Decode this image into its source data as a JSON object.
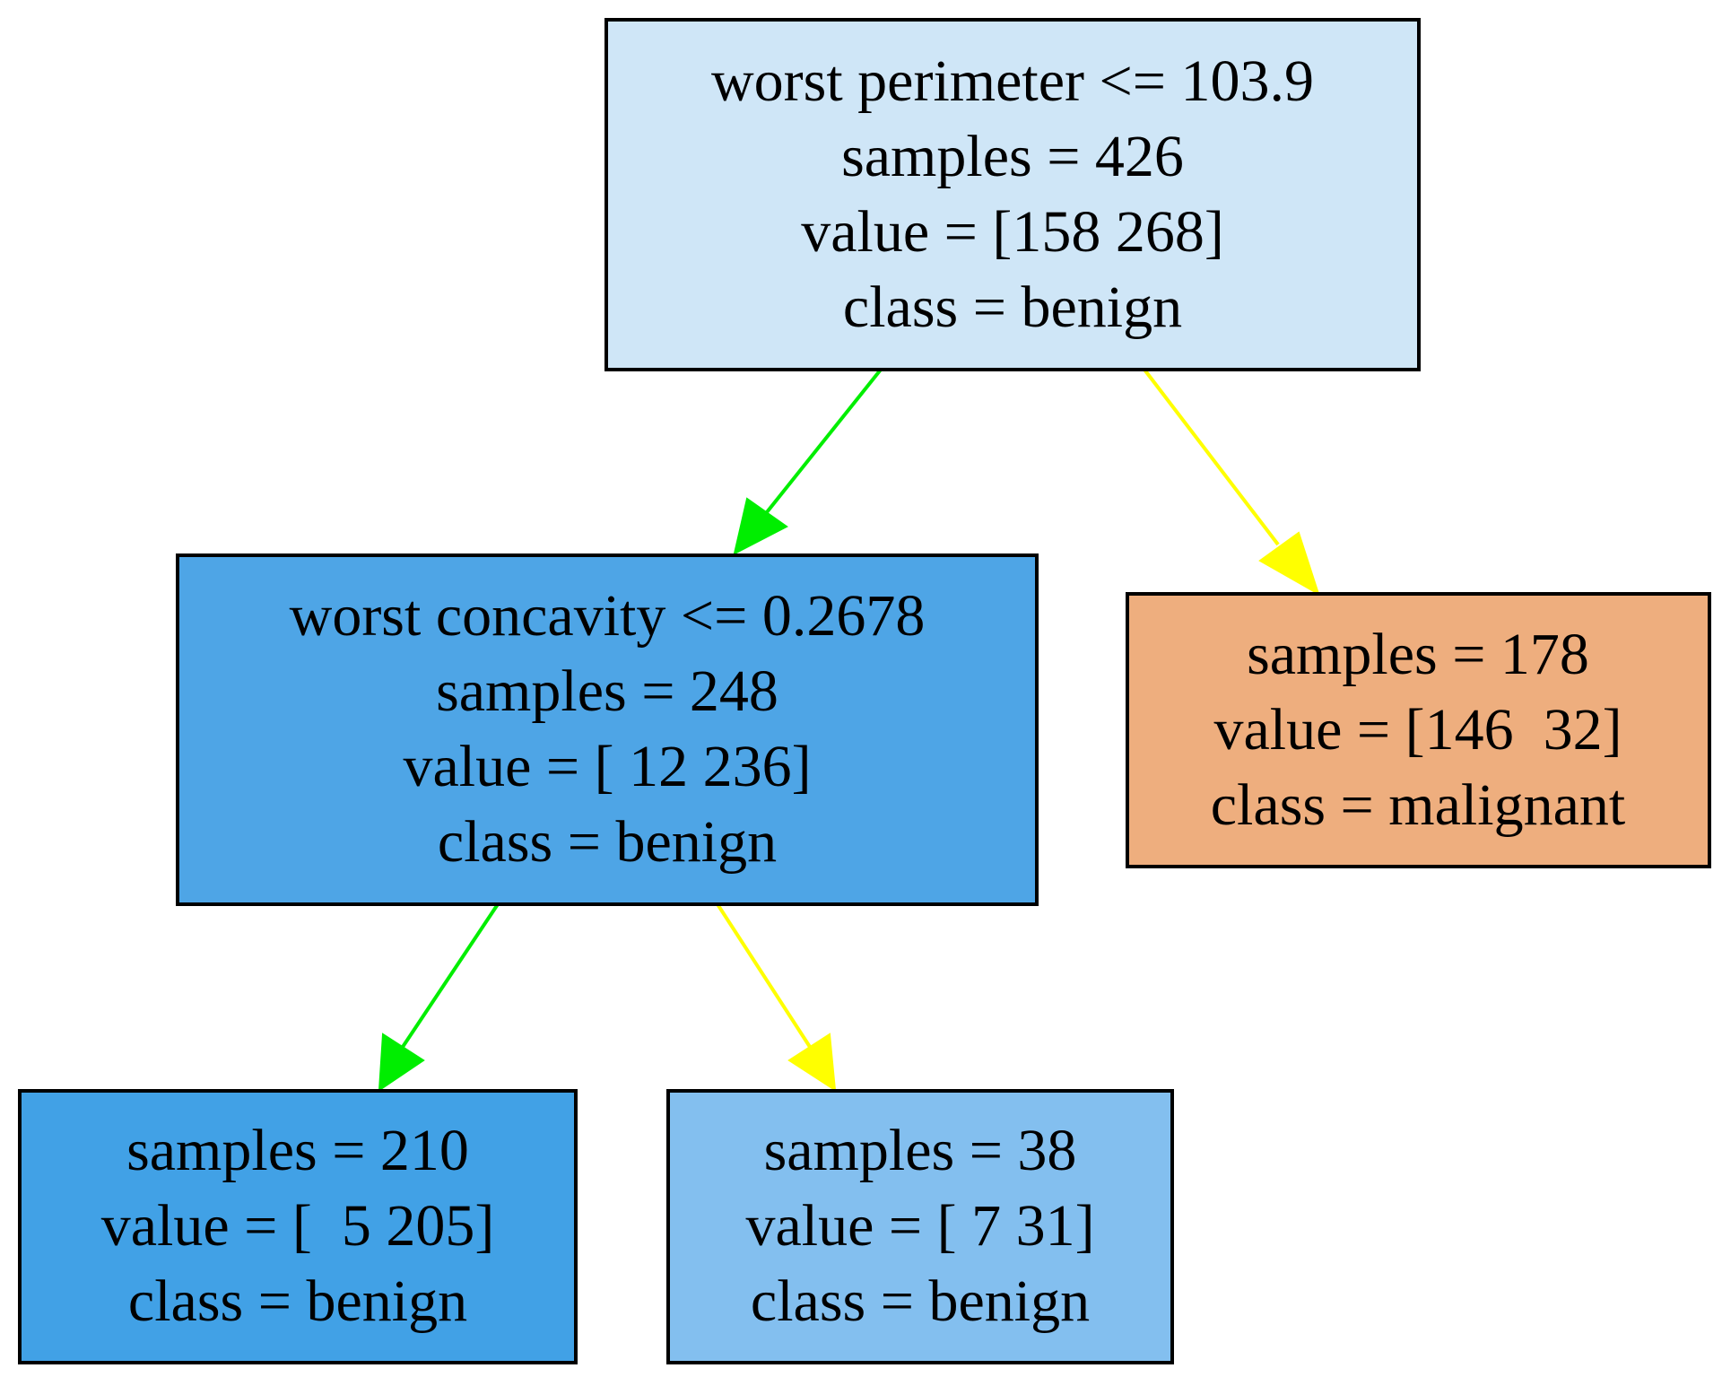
{
  "edge_colors": {
    "true_branch": "#00ee00",
    "false_branch": "#ffff00"
  },
  "nodes": [
    {
      "id": "root",
      "color": "#cfe6f7",
      "lines": [
        "worst perimeter <= 103.9",
        "samples = 426",
        "value = [158 268]",
        "class = benign"
      ]
    },
    {
      "id": "left",
      "color": "#4ea5e6",
      "lines": [
        "worst concavity <= 0.2678",
        "samples = 248",
        "value = [ 12 236]",
        "class = benign"
      ]
    },
    {
      "id": "right",
      "color": "#eeae7e",
      "lines": [
        "samples = 178",
        "value = [146  32]",
        "class = malignant"
      ]
    },
    {
      "id": "left_left",
      "color": "#41a1e6",
      "lines": [
        "samples = 210",
        "value = [  5 205]",
        "class = benign"
      ]
    },
    {
      "id": "left_right",
      "color": "#83bfef",
      "lines": [
        "samples = 38",
        "value = [ 7 31]",
        "class = benign"
      ]
    }
  ]
}
